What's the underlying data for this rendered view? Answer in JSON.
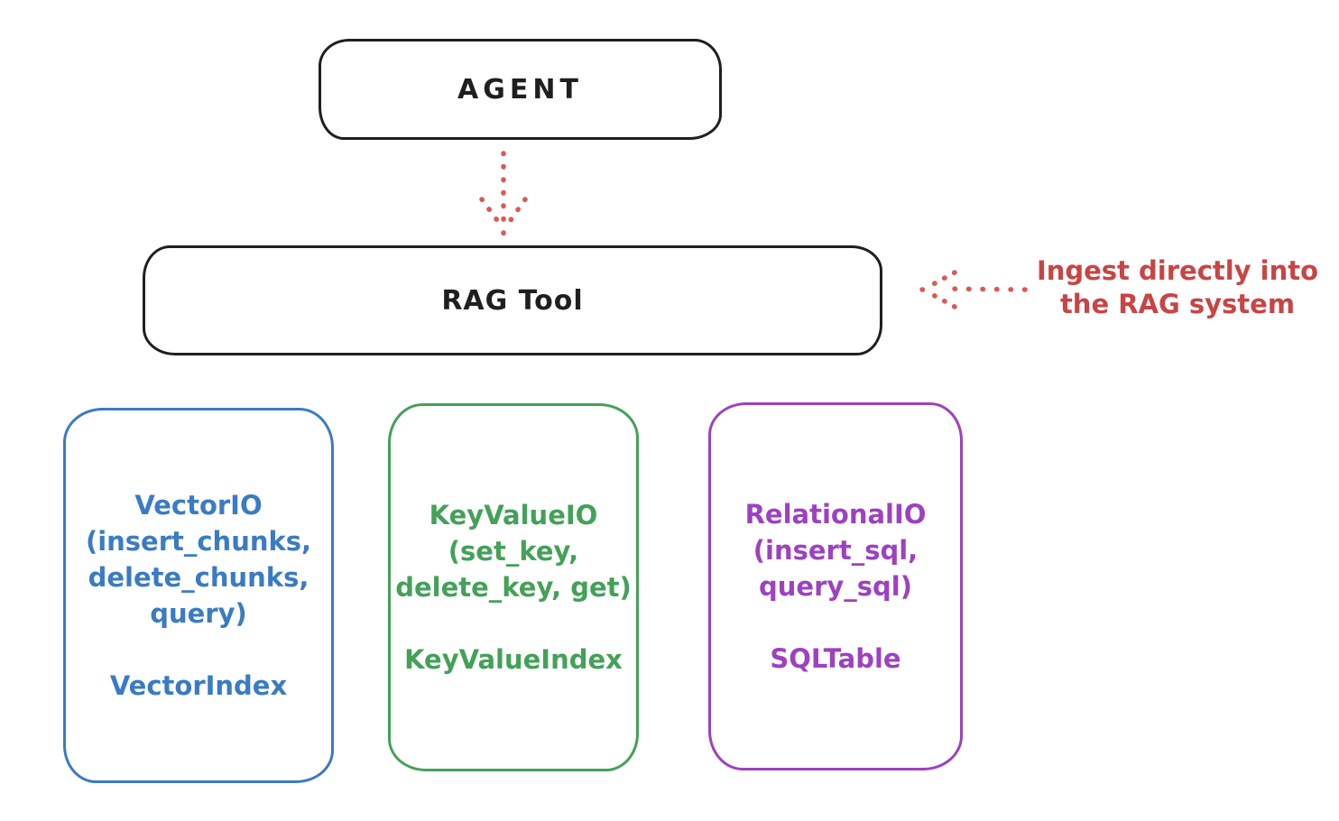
{
  "diagram": {
    "agent": {
      "label": "AGENT"
    },
    "rag_tool": {
      "label": "RAG Tool"
    },
    "annotation": {
      "line1": "Ingest directly into",
      "line2": "the RAG system"
    },
    "stores": [
      {
        "id": "vector-io",
        "color": "#3a7bc4",
        "lines": [
          "VectorIO",
          "(insert_chunks,",
          "delete_chunks,",
          "query)"
        ],
        "index_label": "VectorIndex"
      },
      {
        "id": "keyvalue-io",
        "color": "#43a158",
        "lines": [
          "KeyValueIO",
          "(set_key,",
          "delete_key, get)"
        ],
        "index_label": "KeyValueIndex"
      },
      {
        "id": "relational-io",
        "color": "#9d41c1",
        "lines": [
          "RelationalIO",
          "(insert_sql,",
          "query_sql)"
        ],
        "index_label": "SQLTable"
      }
    ],
    "colors": {
      "ink": "#1f1f1f",
      "annotation_red": "#c94444",
      "arrow_red": "#dd5858",
      "vector_blue": "#3a7bc4",
      "keyvalue_green": "#43a158",
      "relational_purple": "#9d41c1"
    }
  }
}
